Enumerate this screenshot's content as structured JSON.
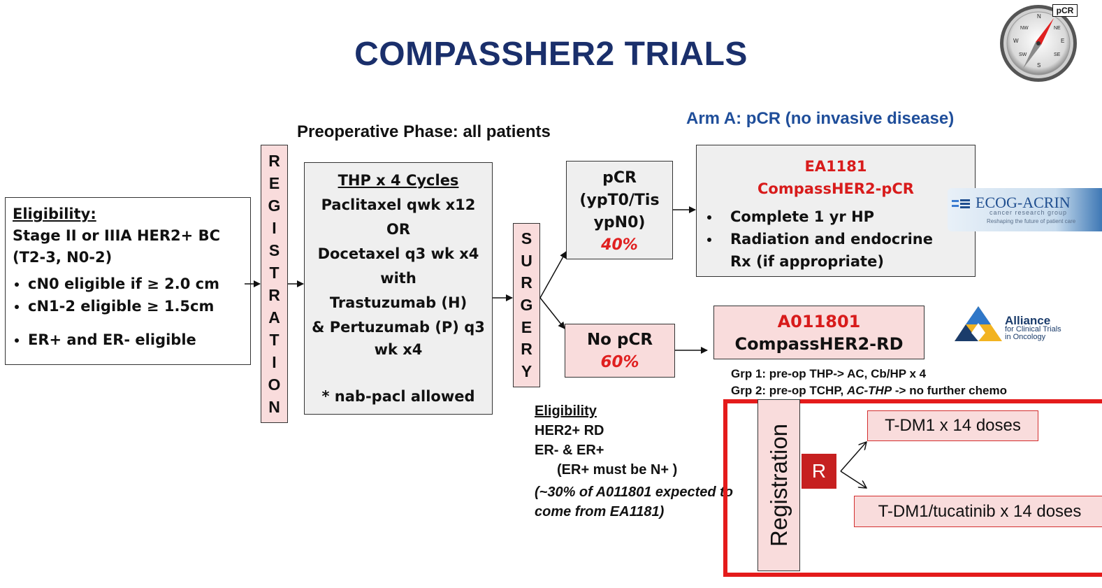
{
  "title": "COMPASSHER2 TRIALS",
  "pcr_tag": "pCR",
  "phase_label": "Preoperative Phase: all patients",
  "arm_a_label": "Arm A: pCR (no invasive disease)",
  "eligibility": {
    "header": "Eligibility:",
    "line1": "Stage II or IIIA HER2+ BC (T2-3, N0-2)",
    "bullets": [
      "cN0 eligible if ≥ 2.0 cm",
      "cN1-2 eligible  ≥ 1.5cm",
      "ER+ and ER- eligible"
    ]
  },
  "registration_letters": [
    "R",
    "E",
    "G",
    "I",
    "S",
    "T",
    "R",
    "A",
    "T",
    "I",
    "O",
    "N"
  ],
  "thp": {
    "header": "THP x 4 Cycles",
    "lines": [
      "Paclitaxel qwk x12",
      "OR",
      "Docetaxel q3 wk x4",
      "with",
      "Trastuzumab (H)",
      "& Pertuzumab (P) q3",
      "wk x4"
    ],
    "note": "* nab-pacl allowed"
  },
  "surgery_letters": [
    "S",
    "U",
    "R",
    "G",
    "E",
    "R",
    "Y"
  ],
  "pcr_box": {
    "lines": [
      "pCR",
      "(ypT0/Tis",
      "ypN0)"
    ],
    "pct": "40%"
  },
  "nopcr_box": {
    "label": "No pCR",
    "pct": "60%"
  },
  "ea1181": {
    "line1": "EA1181",
    "line2": "CompassHER2-pCR",
    "bullets": [
      "Complete 1 yr HP",
      "Radiation and endocrine Rx (if appropriate)"
    ]
  },
  "a011801": {
    "line1": "A011801",
    "line2": "CompassHER2-RD"
  },
  "groups": {
    "grp1": "Grp 1: pre-op THP-> AC, Cb/HP x 4",
    "grp2_pre": "Grp 2: pre-op TCHP, ",
    "grp2_it": "AC-THP",
    "grp2_post": " -> no further chemo"
  },
  "rd_eligibility": {
    "header": "Eligibility",
    "lines": [
      "HER2+ RD",
      "ER- & ER+",
      "(ER+ must be N+ )"
    ],
    "note": "(~30% of A011801 expected to come from EA1181)"
  },
  "registration_label": "Registration",
  "r_label": "R",
  "arm1": "T-DM1 x 14 doses",
  "arm2": "T-DM1/tucatinib x 14 doses",
  "logos": {
    "ecog_main": "ECOG-ACRIN",
    "ecog_sub1": "cancer research group",
    "ecog_sub2": "Reshaping the future of patient care",
    "alliance_main": "Alliance",
    "alliance_sub1": "for Clinical Trials",
    "alliance_sub2": "in Oncology"
  },
  "compass_letters": [
    "N",
    "NE",
    "E",
    "SE",
    "S",
    "SW",
    "W",
    "NW"
  ],
  "colors": {
    "title": "#1a2f6b",
    "arm_a": "#1f4e9a",
    "red": "#d81b1b",
    "pink": "#f9dcdc",
    "gray": "#efefef"
  }
}
